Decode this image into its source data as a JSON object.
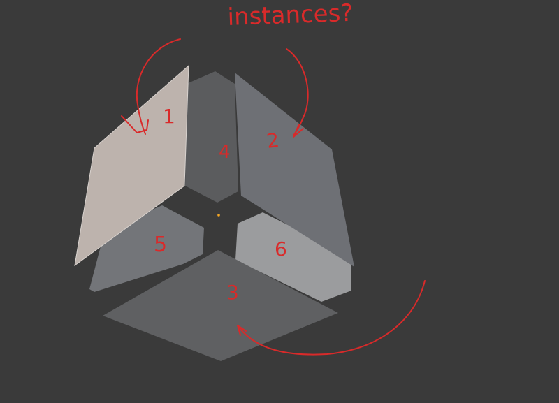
{
  "viewport": {
    "background": "#3a3a3a",
    "origin_marker_color": "#f5a623"
  },
  "faces": [
    {
      "id": "1",
      "label": "1",
      "color": "#bdb3ad"
    },
    {
      "id": "2",
      "label": "2",
      "color": "#6e7075"
    },
    {
      "id": "3",
      "label": "3",
      "color": "#5f6062"
    },
    {
      "id": "4",
      "label": "4",
      "color": "#5b5c5e"
    },
    {
      "id": "5",
      "label": "5",
      "color": "#737579"
    },
    {
      "id": "6",
      "label": "6",
      "color": "#9b9c9e"
    }
  ],
  "annotation": {
    "title": "instances?",
    "color": "#d92a2a"
  }
}
